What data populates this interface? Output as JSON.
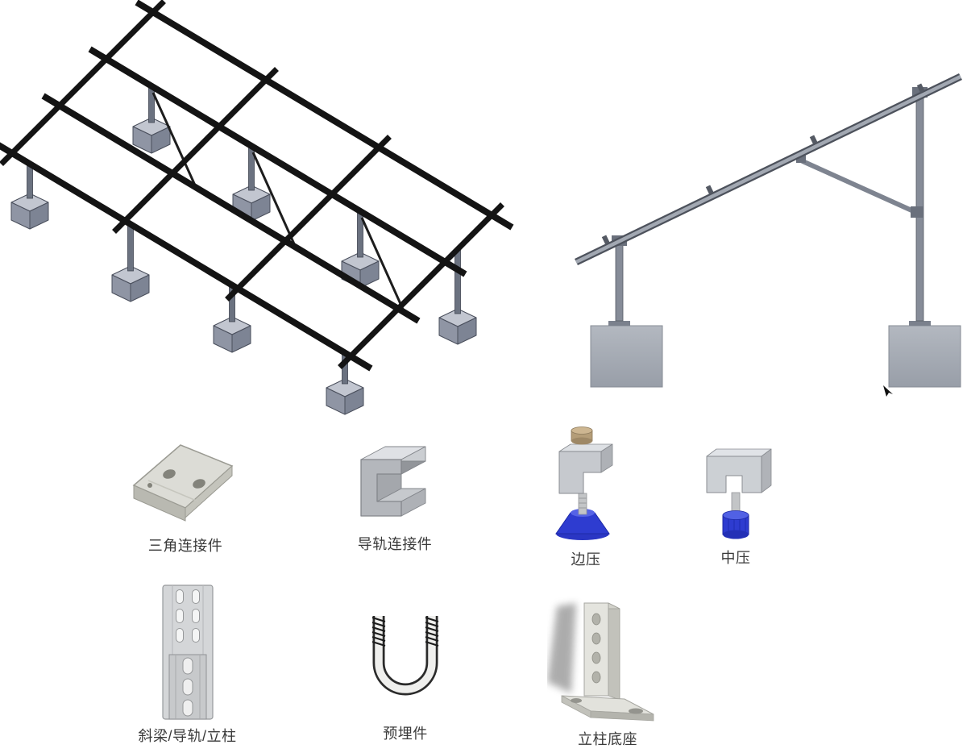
{
  "page": {
    "background": "#ffffff"
  },
  "figures": {
    "left": "ground-mount-array-isometric-view",
    "right": "ground-mount-side-elevation-view"
  },
  "components": [
    {
      "id": "triangle-connector",
      "label": "三角连接件"
    },
    {
      "id": "rail-connector",
      "label": "导轨连接件"
    },
    {
      "id": "edge-clamp",
      "label": "边压"
    },
    {
      "id": "mid-clamp",
      "label": "中压"
    },
    {
      "id": "beam-rail-column",
      "label": "斜梁/导轨/立柱"
    },
    {
      "id": "embedded-part",
      "label": "预埋件"
    },
    {
      "id": "column-base",
      "label": "立柱底座"
    }
  ],
  "colors": {
    "frame_black": "#141414",
    "steel_gray": "#868c98",
    "concrete_gray": "#a7adb6",
    "clamp_blue": "#2e3cd0",
    "metal_light": "#d6d8da",
    "label_text": "#3a3a3a"
  }
}
